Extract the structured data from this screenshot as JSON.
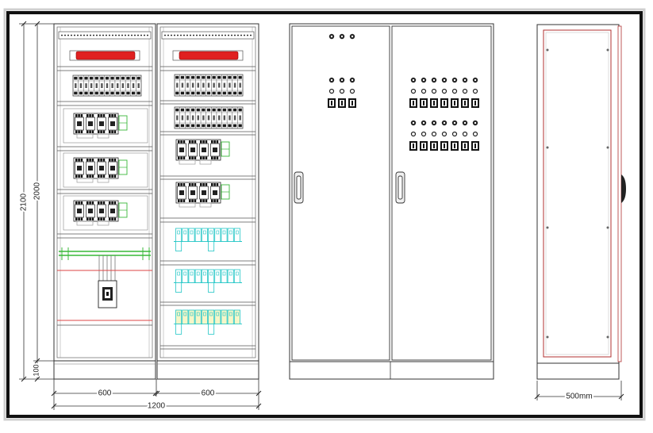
{
  "drawing": {
    "dimensions": {
      "total_height": "2100",
      "cabinet_height": "2000",
      "base_height": "100",
      "left_section_width": "600",
      "right_section_width": "600",
      "total_width": "1200",
      "depth": "500mm"
    }
  },
  "colors": {
    "busbar": "#e02020",
    "terminal_blocks": "#22c6c6",
    "accessory_green": "#39b839",
    "side_panel_outline": "#b03030"
  }
}
